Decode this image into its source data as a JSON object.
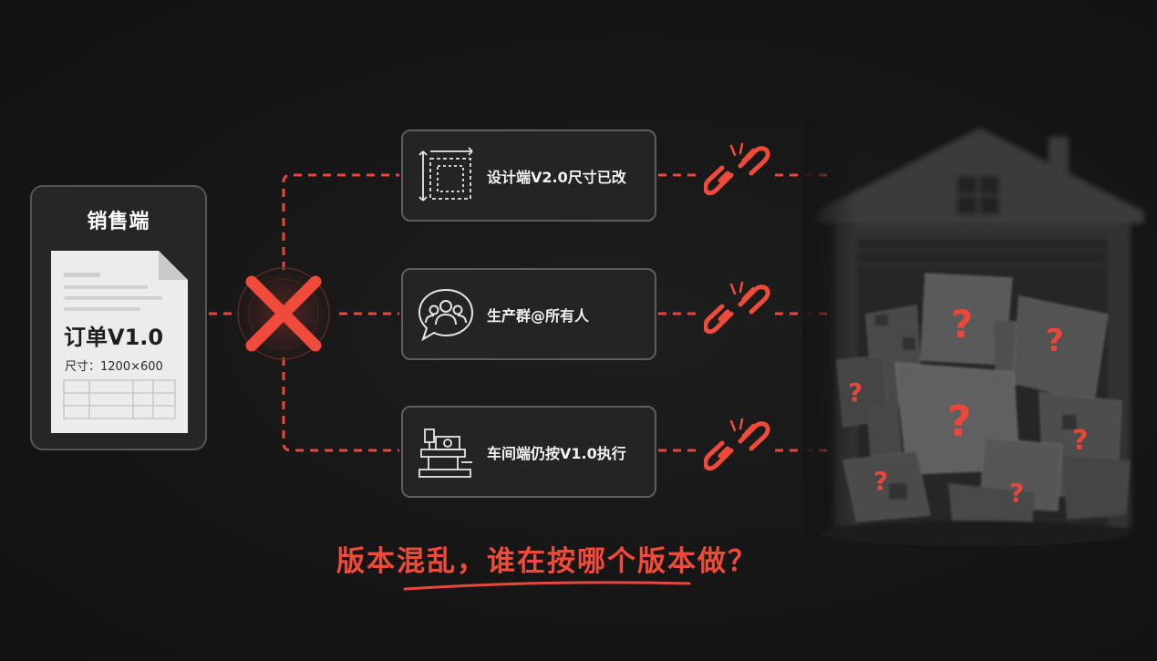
{
  "sales": {
    "title": "销售端",
    "document": {
      "title": "订单V1.0",
      "size": "尺寸：1200×600"
    }
  },
  "departments": [
    {
      "label": "设计端V2.0尺寸已改",
      "icon": "blueprint-resize-icon"
    },
    {
      "label": "生产群@所有人",
      "icon": "group-chat-icon"
    },
    {
      "label": "车间端仍按V1.0执行",
      "icon": "cnc-machine-icon"
    }
  ],
  "status_icons": {
    "blocker": "red-x-icon",
    "connection": "broken-link-icon",
    "unknown": "question-mark-icon"
  },
  "headline": "版本混乱，谁在按哪个版本做？",
  "colors": {
    "background": "#151515",
    "accent_red": "#ef4a3a",
    "card_border": "#5e5e5e",
    "card_fill": "#242424"
  }
}
